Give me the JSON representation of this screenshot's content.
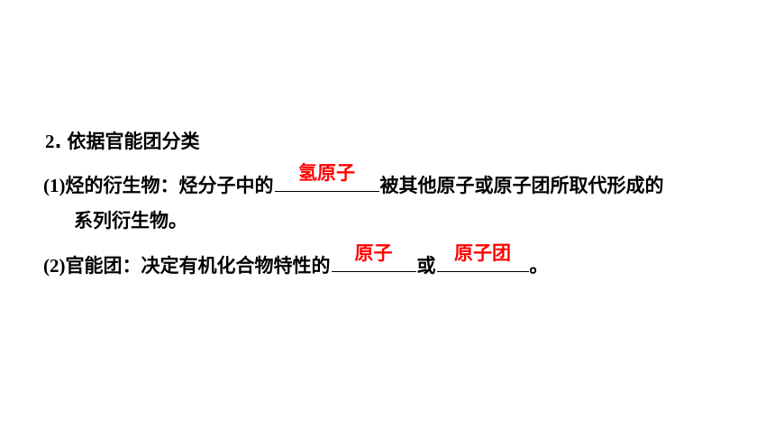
{
  "colors": {
    "text": "#000000",
    "answer": "#ff0000",
    "background": "#ffffff"
  },
  "heading": {
    "number": "2",
    "separator": ".",
    "text": "依据官能团分类"
  },
  "item1": {
    "label": "(1)",
    "text_before": "烃的衍生物：烃分子中的",
    "answer": "氢原子",
    "text_after": "被其他原子或原子团所取代形成的",
    "continuation": "系列衍生物。"
  },
  "item2": {
    "label": "(2)",
    "text_before": "官能团：决定有机化合物特性的",
    "answer_1": "原子",
    "connector": "或",
    "answer_2": "原子团",
    "end_punct": "。"
  }
}
